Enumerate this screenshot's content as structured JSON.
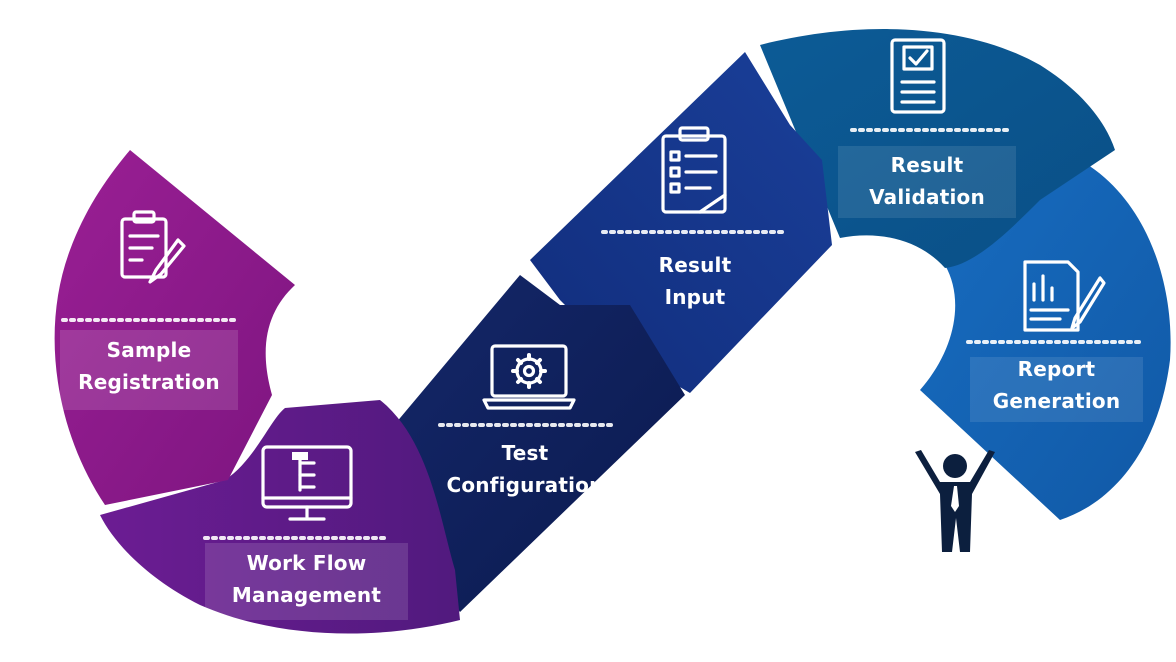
{
  "steps": [
    {
      "line1": "Sample",
      "line2": "Registration",
      "icon": "clipboard-pen-icon",
      "color": "#8e1b8a"
    },
    {
      "line1": "Work Flow",
      "line2": "Management",
      "icon": "monitor-workflow-icon",
      "color": "#6a1b8e"
    },
    {
      "line1": "Test",
      "line2": "Configuration",
      "icon": "laptop-gear-icon",
      "color": "#0d1e5a"
    },
    {
      "line1": "Result",
      "line2": "Input",
      "icon": "checklist-clipboard-icon",
      "color": "#14358d"
    },
    {
      "line1": "Result",
      "line2": "Validation",
      "icon": "checked-document-icon",
      "color": "#0e5f9a"
    },
    {
      "line1": "Report",
      "line2": "Generation",
      "icon": "report-chart-icon",
      "color": "#1465b4"
    }
  ],
  "figure": {
    "icon": "person-arms-raised-icon"
  }
}
